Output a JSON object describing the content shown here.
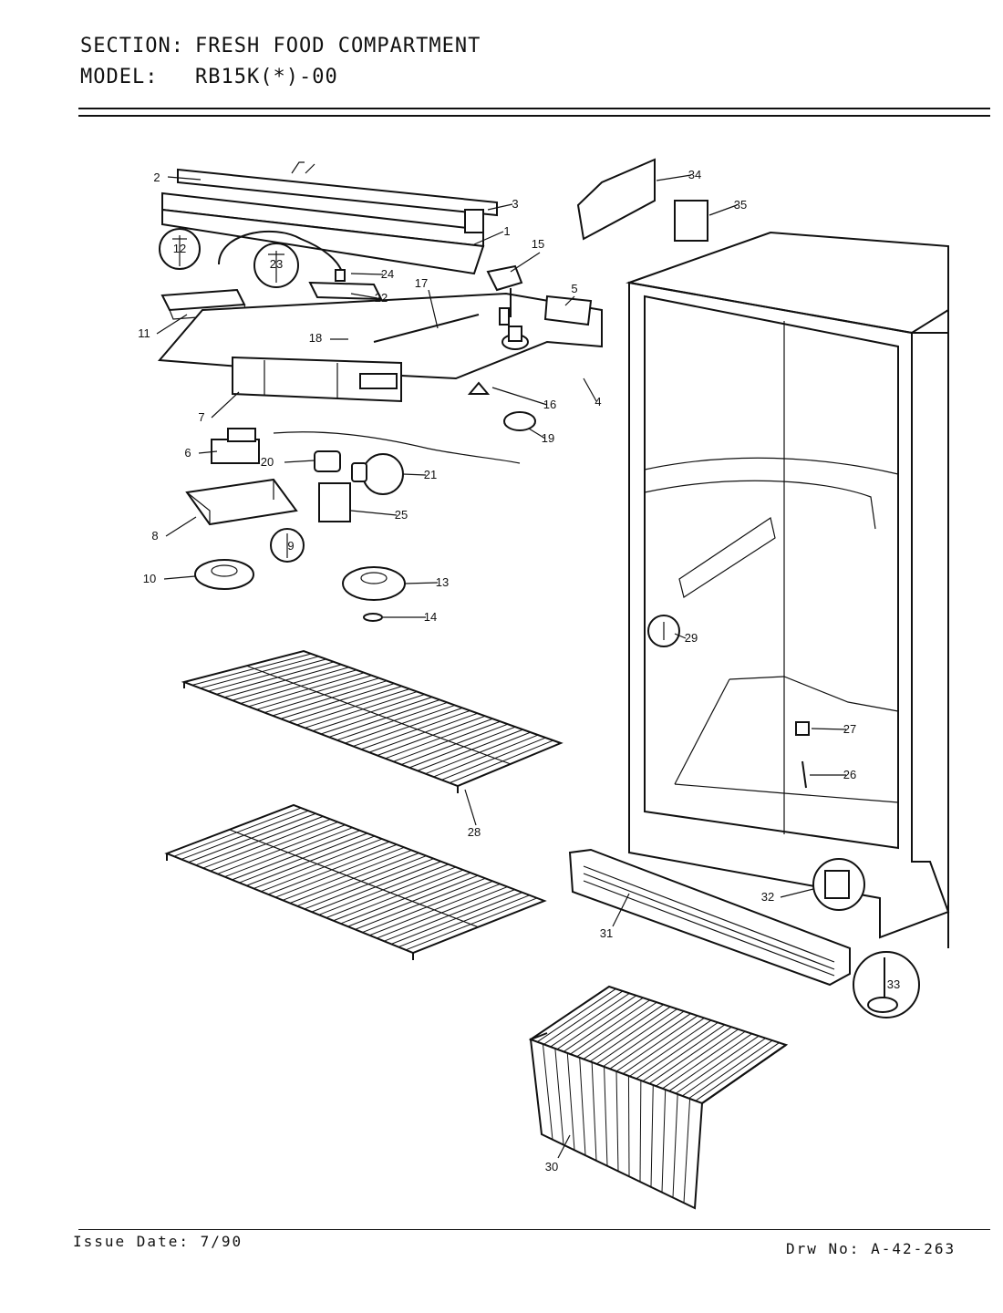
{
  "header": {
    "section_label": "SECTION:",
    "section_value": "FRESH FOOD COMPARTMENT",
    "model_label": "MODEL:",
    "model_value": "RB15K(*)-00"
  },
  "footer": {
    "issue_date": "Issue Date: 7/90",
    "drawing_no": "Drw No: A-42-263"
  },
  "part_numbers": [
    "1",
    "2",
    "3",
    "4",
    "5",
    "6",
    "7",
    "8",
    "9",
    "10",
    "11",
    "12",
    "13",
    "14",
    "15",
    "16",
    "17",
    "18",
    "19",
    "20",
    "21",
    "22",
    "23",
    "24",
    "25",
    "26",
    "27",
    "28",
    "29",
    "30",
    "31",
    "32",
    "33",
    "34",
    "35"
  ]
}
